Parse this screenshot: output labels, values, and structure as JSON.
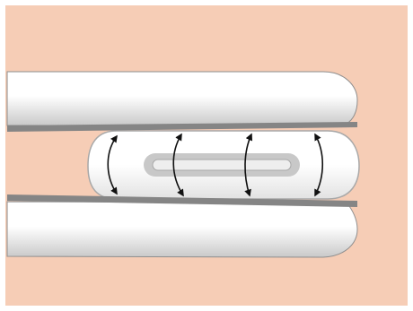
{
  "diagram": {
    "colors": {
      "background": "#f6cdb6",
      "frame": "#ffffff",
      "rod_light": "#ffffff",
      "rod_shade": "#c9c9c9",
      "rod_edge": "#8e8e8e",
      "blade": "#858585",
      "capsule_fill": "#ffffff",
      "capsule_shade": "#e2e2e2",
      "capsule_edge": "#a8a8a8",
      "slot_outer": "#c8c8c8",
      "slot_inner": "#eeeeee",
      "arrow": "#111111"
    },
    "components": [
      {
        "name": "upper-rod",
        "icon": "rounded-cylinder"
      },
      {
        "name": "lower-rod",
        "icon": "rounded-cylinder"
      },
      {
        "name": "compressed-capsule",
        "icon": "pill-shape"
      },
      {
        "name": "center-slot",
        "icon": "elongated-slot"
      }
    ],
    "arrow_count": 4,
    "arrow_style": "double-headed"
  }
}
